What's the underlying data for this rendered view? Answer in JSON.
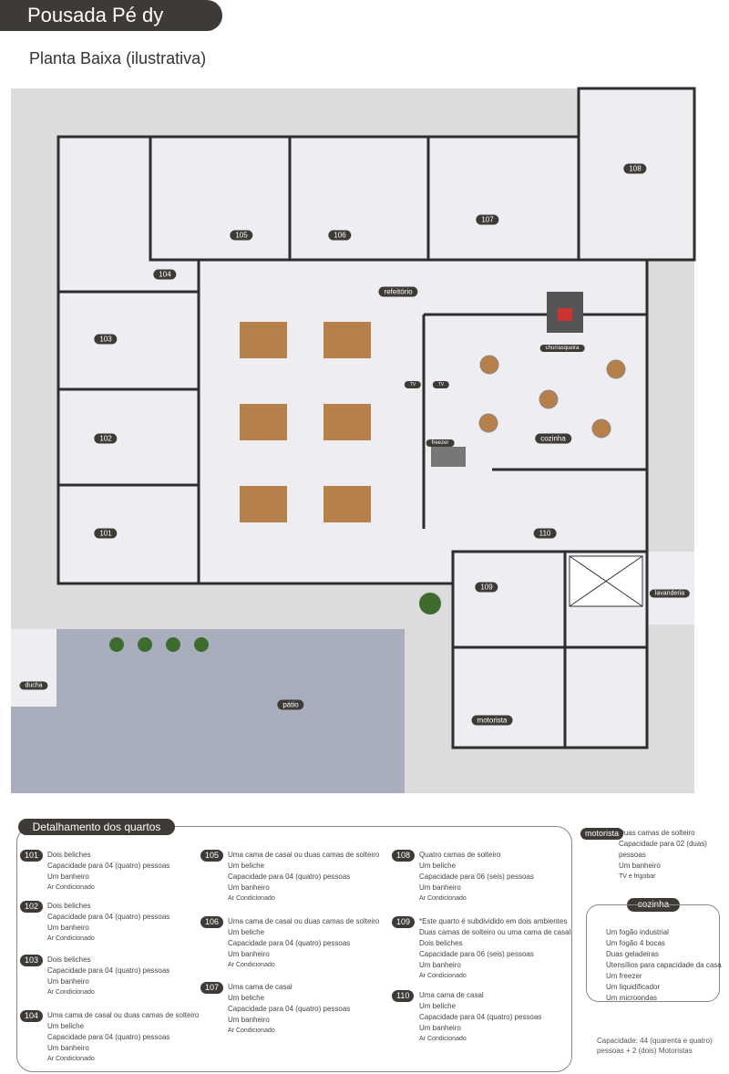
{
  "header": {
    "title": "Pousada Pé dy Canela",
    "subtitle": "Planta Baixa (ilustrativa)"
  },
  "plan": {
    "labels": {
      "r101": "101",
      "r102": "102",
      "r103": "103",
      "r104": "104",
      "r105": "105",
      "r106": "106",
      "r107": "107",
      "r108": "108",
      "r109": "109",
      "r110": "110",
      "refeitorio": "refeitório",
      "cozinha": "cozinha",
      "churrasqueira": "churrasqueira",
      "freezer": "freezer",
      "lavanderia": "lavanderia",
      "motorista": "motorista",
      "patio": "pátio",
      "ducha": "ducha",
      "tv1": "TV",
      "tv2": "TV"
    },
    "colors": {
      "background": "#dcdcdc",
      "floor": "#eeeef2",
      "wall": "#2e2e2e",
      "table": "#b7804a",
      "patio": "#a9aebc",
      "label": "#3e3a36"
    }
  },
  "details": {
    "title": "Detalhamento dos quartos",
    "rooms": [
      {
        "num": "101",
        "lines": [
          "Dois beliches",
          "Capacidade para 04 (quatro) pessoas",
          "Um banheiro",
          "Ar Condicionado"
        ]
      },
      {
        "num": "102",
        "lines": [
          "Dois beliches",
          "Capacidade para 04 (quatro) pessoas",
          "Um banheiro",
          "Ar Condicionado"
        ]
      },
      {
        "num": "103",
        "lines": [
          "Dois beliches",
          "Capacidade para 04 (quatro) pessoas",
          "Um banheiro",
          "Ar Condicionado"
        ]
      },
      {
        "num": "104",
        "lines": [
          "Uma cama de casal ou duas camas de solteiro",
          "Um beliche",
          "Capacidade para 04 (quatro) pessoas",
          "Um banheiro",
          "Ar Condicionado"
        ]
      },
      {
        "num": "105",
        "lines": [
          "Uma cama de casal ou duas camas de solteiro",
          "Um beliche",
          "Capacidade para 04 (quatro) pessoas",
          "Um banheiro",
          "Ar Condicionado"
        ]
      },
      {
        "num": "106",
        "lines": [
          "Uma cama de casal ou duas camas de solteiro",
          "Um beliche",
          "Capacidade para 04 (quatro) pessoas",
          "Um banheiro",
          "Ar Condicionado"
        ]
      },
      {
        "num": "107",
        "lines": [
          "Uma cama de casal",
          "Um beliche",
          "Capacidade para 04 (quatro) pessoas",
          "Um banheiro",
          "Ar Condicionado"
        ]
      },
      {
        "num": "108",
        "lines": [
          "Quatro camas de solteiro",
          "Um beliche",
          "Capacidade para 06 (seis) pessoas",
          "Um banheiro",
          "Ar Condicionado"
        ]
      },
      {
        "num": "109",
        "lines": [
          "*Este quarto é subdividido em dois ambientes",
          "Duas camas de solteiro ou uma cama de casal",
          "Dois beliches",
          "Capacidade para 06 (seis) pessoas",
          "Um banheiro",
          "Ar Condicionado"
        ]
      },
      {
        "num": "110",
        "lines": [
          "Uma cama de casal",
          "Um beliche",
          "Capacidade para 04 (quatro) pessoas",
          "Um banheiro",
          "Ar Condicionado"
        ]
      }
    ],
    "motorista": {
      "num": "motorista",
      "lines": [
        "Duas camas de solteiro",
        "Capacidade para 02 (duas) pessoas",
        "Um banheiro",
        "TV e frigobar"
      ]
    }
  },
  "cozinha": {
    "title": "cozinha",
    "items": [
      "Um fogão industrial",
      "Um fogão 4 bocas",
      "Duas geladeiras",
      "Utensílios para capacidade da casa",
      "Um freezer",
      "Um liquidificador",
      "Um microondas"
    ]
  },
  "capacity": "Capacidade: 44 (quarenta e quatro) pessoas + 2 (dois) Motoristas"
}
